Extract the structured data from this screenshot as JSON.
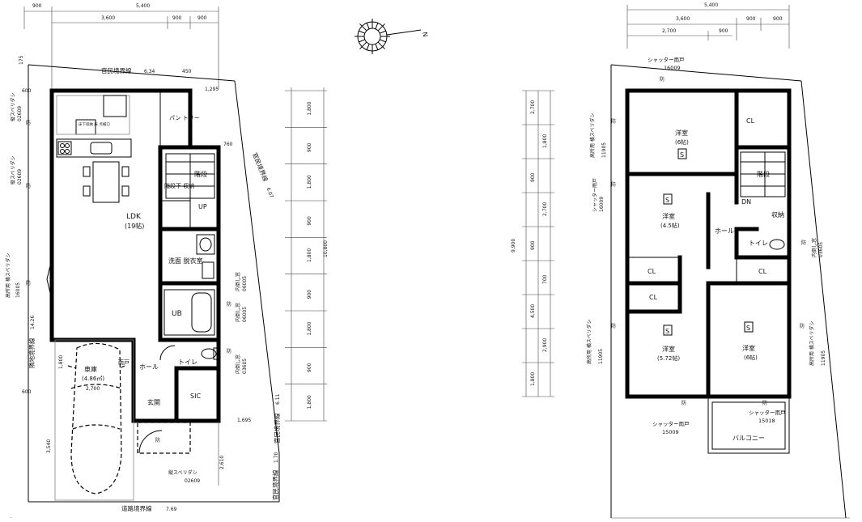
{
  "ground_floor": {
    "top_dims": {
      "total": "5,400",
      "left_offset": "900",
      "d1": "3,600",
      "d2": "900",
      "d3": "900"
    },
    "left_dims": {
      "d1": "175",
      "d2": "600",
      "d3": "600"
    },
    "boundary_top": "官民境界線",
    "boundary_top_len": "6.34",
    "boundary_top_extra": "450",
    "boundary_right_offset": "1,295",
    "boundary_right": "官民境界線",
    "boundary_right_len": "6.07",
    "boundary_right_offset2": "760",
    "boundary_right2": "官民境界線",
    "boundary_right2_len": "6.11",
    "boundary_right2_offset": "1,695",
    "boundary_bottom_right": "官民境界線",
    "boundary_bottom_right_len": "1.70",
    "road_boundary": "道路境界線",
    "road_boundary_len": "7.69",
    "adjacent_boundary": "隣地境界線",
    "adjacent_boundary_len": "14.26",
    "right_dims": [
      "1,800",
      "900",
      "1,800",
      "900",
      "1,800",
      "900",
      "1,800",
      "900",
      "1,800"
    ],
    "right_total": "10,800",
    "garage_dims": {
      "w": "2,700",
      "h": "3,540",
      "h2": "1,800",
      "side": "2,610"
    },
    "rooms": {
      "pantry": "パン\nトリー",
      "kitchen_panel": "床下収納\n床\n点検口",
      "stairs": "階段",
      "storage": "階段下\n収納",
      "up": "UP",
      "ldk": "LDK",
      "ldk_size": "(19帖)",
      "washroom": "洗面\n脱衣室",
      "bath": "UB",
      "toilet": "トイレ",
      "hall": "ホール",
      "entrance": "玄関",
      "sic": "SIC",
      "garage": "車庫",
      "garage_area": "(4.86㎡)",
      "rain_door": "雨戸"
    },
    "windows": {
      "w1": "縦スベリダシ",
      "w1c": "02609",
      "w2": "縦スベリダシ",
      "w2c": "02609",
      "w3": "高所用\n横スベリダシ",
      "w3c": "16005",
      "w4": "内倒し窓",
      "w4c": "06005",
      "w5": "内倒し窓",
      "w5c": "06005",
      "w6": "内倒し窓",
      "w6c": "03605",
      "w7": "縦スベリダシ",
      "w7c": "02609",
      "w8": "02609",
      "mark": "防"
    }
  },
  "first_floor": {
    "compass": "N",
    "top_dims": {
      "total": "5,400",
      "d1": "3,600",
      "d2": "900",
      "d3": "900",
      "e1": "2,700",
      "e2": "900"
    },
    "shutter_top": "シャッター雨戸",
    "shutter_top_code": "16009",
    "left_dims": [
      "2,700",
      "1,800",
      "900",
      "2,700",
      "900",
      "700",
      "4,500",
      "2,900",
      "1,800"
    ],
    "left_total": "9,900",
    "rooms": {
      "bed1": "洋室",
      "bed1_size": "(6帖)",
      "bed2": "洋室",
      "bed2_size": "(4.5帖)",
      "bed3": "洋室",
      "bed3_size": "(5.72帖)",
      "bed4": "洋室",
      "bed4_size": "(6帖)",
      "cl": "CL",
      "stairs": "階段",
      "dn": "DN",
      "storage": "収納",
      "hall": "ホール",
      "toilet": "トイレ",
      "balcony": "バルコニー",
      "s": "S"
    },
    "windows": {
      "w1": "高所用\n横スベリダシ",
      "w1c": "11905",
      "w2": "シャッター雨戸",
      "w2c": "16009",
      "w3": "高所用\n横スベリダシ",
      "w3c": "11905",
      "w4": "高所用\n横スベリダシ",
      "w4c": "11905",
      "w5": "内倒し窓",
      "w5c": "03605",
      "w6": "シャッター雨戸",
      "w6c": "15009",
      "w7": "シャッター雨戸",
      "w7c": "15018",
      "mark": "防"
    }
  }
}
